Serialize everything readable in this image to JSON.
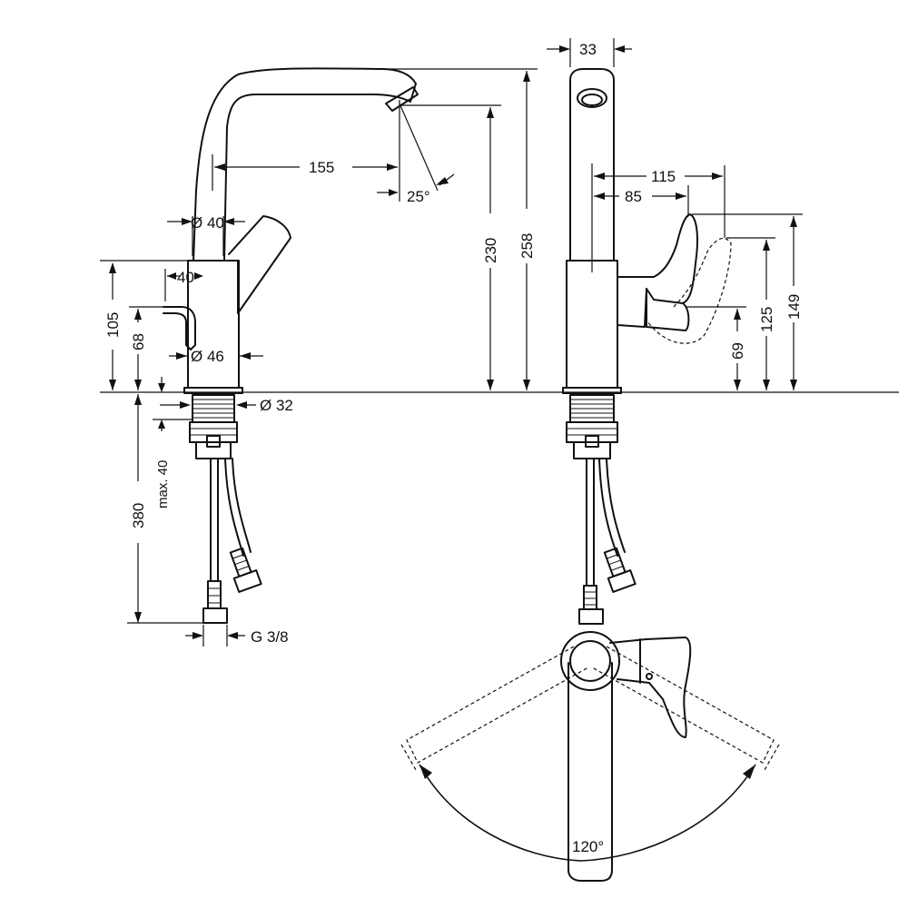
{
  "dimensions": {
    "spout_reach": "155",
    "spout_angle": "25°",
    "spout_diameter": "Ø 40",
    "height_230": "230",
    "height_258": "258",
    "body_top_width": "40",
    "body_diameter": "Ø 46",
    "height_105": "105",
    "height_68": "68",
    "shank_diameter": "Ø 32",
    "max_deck": "max. 40",
    "hose_length": "380",
    "thread": "G 3/8",
    "side_width": "33",
    "lever_reach_115": "115",
    "lever_reach_85": "85",
    "height_149": "149",
    "height_125": "125",
    "height_69": "69",
    "swivel_angle": "120°"
  }
}
